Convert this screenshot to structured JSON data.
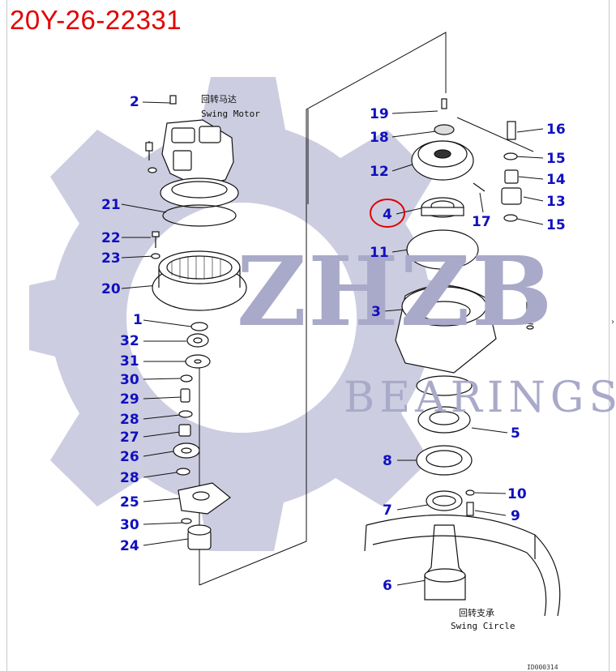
{
  "title": "20Y-26-22331",
  "watermark": {
    "brand": "ZHZB",
    "sub": "BEARINGS"
  },
  "captions": {
    "swing_motor_cn": "回转马达",
    "swing_motor_en": "Swing Motor",
    "swing_circle_cn": "回转支承",
    "swing_circle_en": "Swing Circle"
  },
  "footer_code": "ID000314",
  "highlight_color": "#e10000",
  "callout_color": "#1010c0",
  "callouts": [
    {
      "id": "2",
      "label": "2"
    },
    {
      "id": "21",
      "label": "21"
    },
    {
      "id": "22",
      "label": "22"
    },
    {
      "id": "23",
      "label": "23"
    },
    {
      "id": "20",
      "label": "20"
    },
    {
      "id": "1",
      "label": "1"
    },
    {
      "id": "32",
      "label": "32"
    },
    {
      "id": "31",
      "label": "31"
    },
    {
      "id": "30a",
      "label": "30"
    },
    {
      "id": "29",
      "label": "29"
    },
    {
      "id": "28a",
      "label": "28"
    },
    {
      "id": "27",
      "label": "27"
    },
    {
      "id": "26",
      "label": "26"
    },
    {
      "id": "28b",
      "label": "28"
    },
    {
      "id": "25",
      "label": "25"
    },
    {
      "id": "30b",
      "label": "30"
    },
    {
      "id": "24",
      "label": "24"
    },
    {
      "id": "19",
      "label": "19"
    },
    {
      "id": "18",
      "label": "18"
    },
    {
      "id": "12",
      "label": "12"
    },
    {
      "id": "4",
      "label": "4"
    },
    {
      "id": "11",
      "label": "11"
    },
    {
      "id": "3",
      "label": "3"
    },
    {
      "id": "16",
      "label": "16"
    },
    {
      "id": "15a",
      "label": "15"
    },
    {
      "id": "14",
      "label": "14"
    },
    {
      "id": "13",
      "label": "13"
    },
    {
      "id": "17",
      "label": "17"
    },
    {
      "id": "15b",
      "label": "15"
    },
    {
      "id": "5",
      "label": "5"
    },
    {
      "id": "8",
      "label": "8"
    },
    {
      "id": "10",
      "label": "10"
    },
    {
      "id": "7",
      "label": "7"
    },
    {
      "id": "9",
      "label": "9"
    },
    {
      "id": "6",
      "label": "6"
    }
  ]
}
